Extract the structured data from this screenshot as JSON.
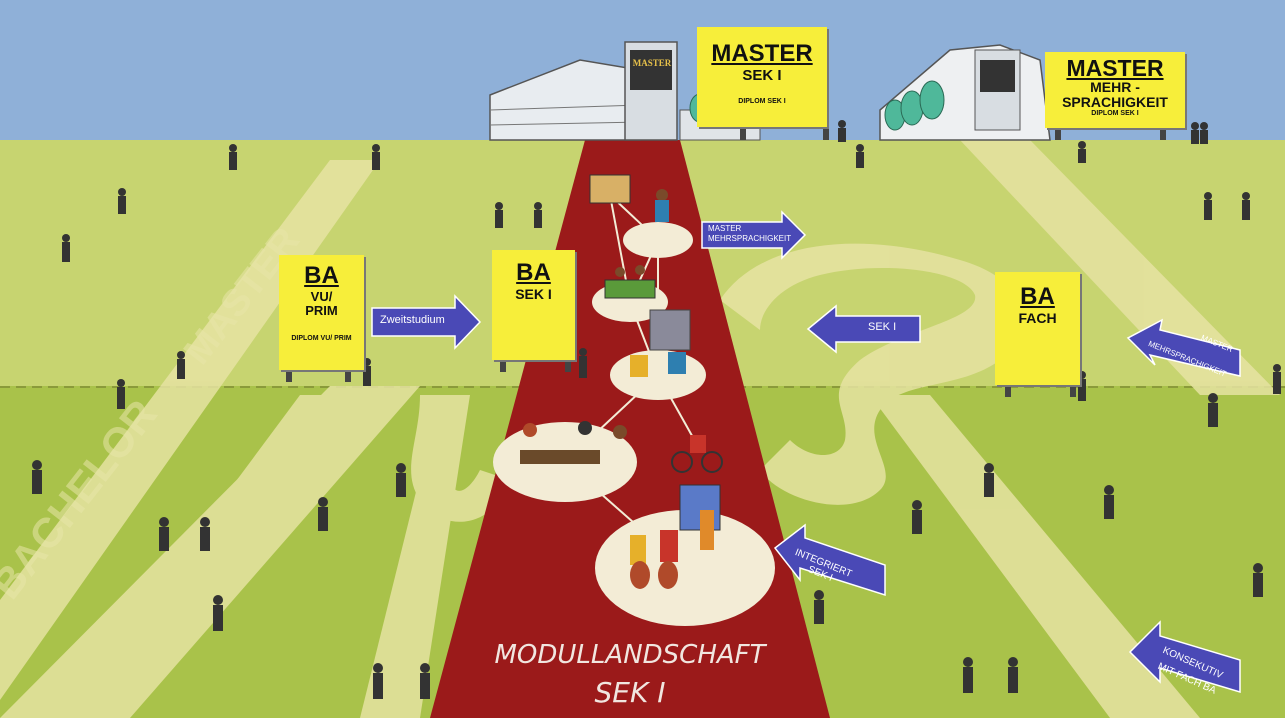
{
  "signs": {
    "master_sek1": {
      "title": "MASTER",
      "line1": "SEK I",
      "line2": "DIPLOM SEK I"
    },
    "master_mehr": {
      "title": "MASTER",
      "line1": "MEHR -",
      "line2": "SPRACHIGKEIT",
      "line3": "DIPLOM SEK I"
    },
    "ba_vu": {
      "title": "BA",
      "line1": "VU/",
      "line2": "PRIM",
      "line3": "DIPLOM VU/ PRIM"
    },
    "ba_sek1": {
      "title": "BA",
      "line1": "SEK I"
    },
    "ba_fach": {
      "title": "BA",
      "line1": "FACH"
    }
  },
  "arrows": {
    "zweitstudium": "Zweitstudium",
    "master_mehr_line1": "MASTER",
    "master_mehr_line2": "MEHRSPRACHIGKEIT",
    "sek1": "SEK I",
    "right_master_line1": "MASTER",
    "right_master_line2": "MEHRSPRACHIGKEIT",
    "integriert_line1": "INTEGRIERT",
    "integriert_line2": "SEK I",
    "konsekutiv_line1": "KONSEKUTIV",
    "konsekutiv_line2": "MIT FACH BA"
  },
  "paths": {
    "bachelor": "BACHELOR",
    "master": "MASTER"
  },
  "carpet": {
    "line1": "MODULLANDSCHAFT",
    "line2": "SEK I"
  },
  "building": {
    "label": "MASTER"
  },
  "colors": {
    "sky": "#8fb0d8",
    "far_field": "#c7d470",
    "near_field": "#a9c24a",
    "path": "#e6e3a2",
    "carpet": "#9b1a1a",
    "sign": "#f7ee3a",
    "arrow": "#4a49b6"
  }
}
